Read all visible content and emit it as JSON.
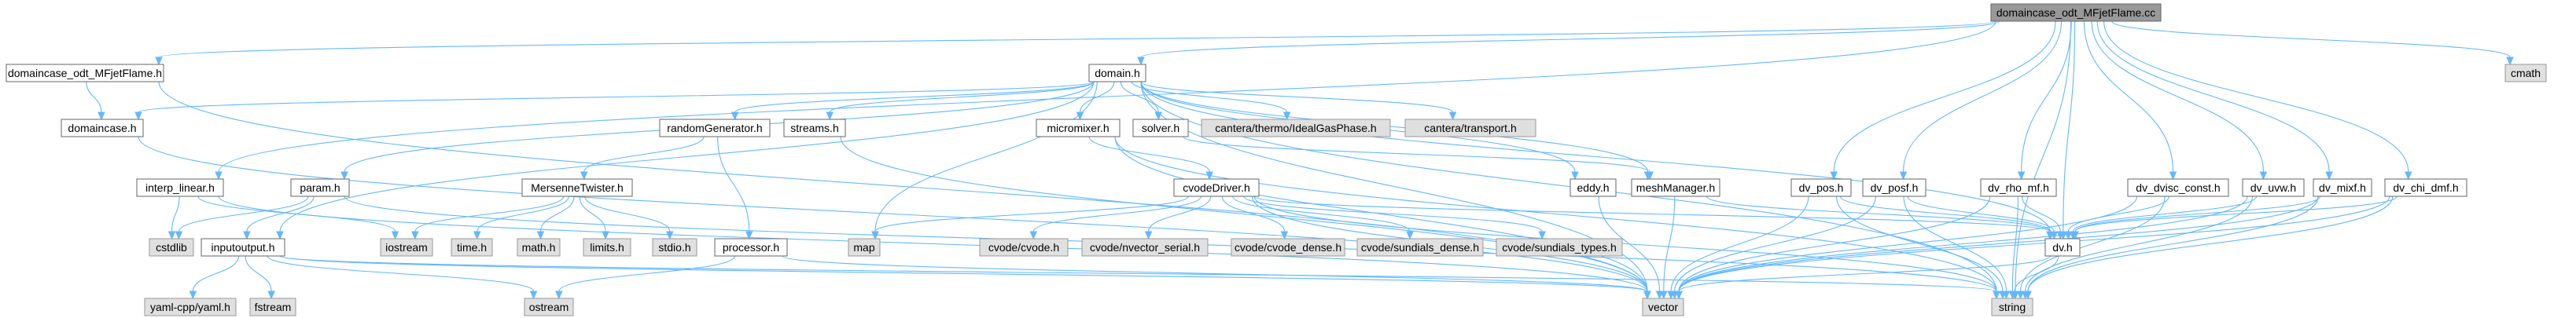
{
  "graph": {
    "colors": {
      "edge": "#63b8ff",
      "node_border": "#666666",
      "root_fill": "#999999",
      "system_fill": "#e0e0e0",
      "user_fill": "#ffffff"
    },
    "nodes": [
      {
        "id": "root",
        "label": "domaincase_odt_MFjetFlame.cc",
        "kind": "root"
      },
      {
        "id": "dom_mf_h",
        "label": "domaincase_odt_MFjetFlame.h",
        "kind": "normal"
      },
      {
        "id": "domain_h",
        "label": "domain.h",
        "kind": "normal"
      },
      {
        "id": "cmath",
        "label": "cmath",
        "kind": "sys"
      },
      {
        "id": "domaincase_h",
        "label": "domaincase.h",
        "kind": "normal"
      },
      {
        "id": "interp_h",
        "label": "interp_linear.h",
        "kind": "normal"
      },
      {
        "id": "param_h",
        "label": "param.h",
        "kind": "normal"
      },
      {
        "id": "randgen_h",
        "label": "randomGenerator.h",
        "kind": "normal"
      },
      {
        "id": "streams_h",
        "label": "streams.h",
        "kind": "normal"
      },
      {
        "id": "micromixer_h",
        "label": "micromixer.h",
        "kind": "normal"
      },
      {
        "id": "solver_h",
        "label": "solver.h",
        "kind": "normal"
      },
      {
        "id": "idealgas",
        "label": "cantera/thermo/IdealGasPhase.h",
        "kind": "sys"
      },
      {
        "id": "transport",
        "label": "cantera/transport.h",
        "kind": "sys"
      },
      {
        "id": "eddy_h",
        "label": "eddy.h",
        "kind": "normal"
      },
      {
        "id": "meshmgr_h",
        "label": "meshManager.h",
        "kind": "normal"
      },
      {
        "id": "dv_pos_h",
        "label": "dv_pos.h",
        "kind": "normal"
      },
      {
        "id": "dv_posf_h",
        "label": "dv_posf.h",
        "kind": "normal"
      },
      {
        "id": "dv_rho_mf_h",
        "label": "dv_rho_mf.h",
        "kind": "normal"
      },
      {
        "id": "dv_dvisc_h",
        "label": "dv_dvisc_const.h",
        "kind": "normal"
      },
      {
        "id": "dv_uvw_h",
        "label": "dv_uvw.h",
        "kind": "normal"
      },
      {
        "id": "dv_mixf_h",
        "label": "dv_mixf.h",
        "kind": "normal"
      },
      {
        "id": "dv_chi_h",
        "label": "dv_chi_dmf.h",
        "kind": "normal"
      },
      {
        "id": "mersenne_h",
        "label": "MersenneTwister.h",
        "kind": "normal"
      },
      {
        "id": "cvodedriver_h",
        "label": "cvodeDriver.h",
        "kind": "normal"
      },
      {
        "id": "cstdlib",
        "label": "cstdlib",
        "kind": "sys"
      },
      {
        "id": "inputoutput_h",
        "label": "inputoutput.h",
        "kind": "normal"
      },
      {
        "id": "iostream",
        "label": "iostream",
        "kind": "sys"
      },
      {
        "id": "time_h",
        "label": "time.h",
        "kind": "sys"
      },
      {
        "id": "math_h",
        "label": "math.h",
        "kind": "sys"
      },
      {
        "id": "limits_h",
        "label": "limits.h",
        "kind": "sys"
      },
      {
        "id": "stdio_h",
        "label": "stdio.h",
        "kind": "sys"
      },
      {
        "id": "processor_h",
        "label": "processor.h",
        "kind": "normal"
      },
      {
        "id": "map",
        "label": "map",
        "kind": "sys"
      },
      {
        "id": "cvode_h",
        "label": "cvode/cvode.h",
        "kind": "sys"
      },
      {
        "id": "nvector_h",
        "label": "cvode/nvector_serial.h",
        "kind": "sys"
      },
      {
        "id": "cvode_dense_h",
        "label": "cvode/cvode_dense.h",
        "kind": "sys"
      },
      {
        "id": "sundials_dense_h",
        "label": "cvode/sundials_dense.h",
        "kind": "sys"
      },
      {
        "id": "sundials_types_h",
        "label": "cvode/sundials_types.h",
        "kind": "sys"
      },
      {
        "id": "dv_h",
        "label": "dv.h",
        "kind": "normal"
      },
      {
        "id": "yaml_h",
        "label": "yaml-cpp/yaml.h",
        "kind": "sys"
      },
      {
        "id": "fstream",
        "label": "fstream",
        "kind": "sys"
      },
      {
        "id": "ostream",
        "label": "ostream",
        "kind": "sys"
      },
      {
        "id": "vector",
        "label": "vector",
        "kind": "sys"
      },
      {
        "id": "string",
        "label": "string",
        "kind": "sys"
      }
    ],
    "edges": [
      [
        "root",
        "dom_mf_h"
      ],
      [
        "root",
        "domain_h"
      ],
      [
        "root",
        "cmath"
      ],
      [
        "root",
        "interp_h"
      ],
      [
        "root",
        "string"
      ],
      [
        "root",
        "dv_pos_h"
      ],
      [
        "root",
        "dv_posf_h"
      ],
      [
        "root",
        "dv_rho_mf_h"
      ],
      [
        "root",
        "dv_dvisc_h"
      ],
      [
        "root",
        "dv_uvw_h"
      ],
      [
        "root",
        "dv_mixf_h"
      ],
      [
        "root",
        "dv_chi_h"
      ],
      [
        "root",
        "dv_h"
      ],
      [
        "dom_mf_h",
        "domaincase_h"
      ],
      [
        "dom_mf_h",
        "vector"
      ],
      [
        "domain_h",
        "domaincase_h"
      ],
      [
        "domain_h",
        "param_h"
      ],
      [
        "domain_h",
        "inputoutput_h"
      ],
      [
        "domain_h",
        "randgen_h"
      ],
      [
        "domain_h",
        "streams_h"
      ],
      [
        "domain_h",
        "micromixer_h"
      ],
      [
        "domain_h",
        "solver_h"
      ],
      [
        "domain_h",
        "idealgas"
      ],
      [
        "domain_h",
        "transport"
      ],
      [
        "domain_h",
        "eddy_h"
      ],
      [
        "domain_h",
        "meshmgr_h"
      ],
      [
        "domain_h",
        "map"
      ],
      [
        "domain_h",
        "dv_h"
      ],
      [
        "domain_h",
        "vector"
      ],
      [
        "domain_h",
        "string"
      ],
      [
        "domaincase_h",
        "vector"
      ],
      [
        "interp_h",
        "cstdlib"
      ],
      [
        "interp_h",
        "vector"
      ],
      [
        "interp_h",
        "iostream"
      ],
      [
        "param_h",
        "cstdlib"
      ],
      [
        "param_h",
        "inputoutput_h"
      ],
      [
        "param_h",
        "string"
      ],
      [
        "inputoutput_h",
        "yaml_h"
      ],
      [
        "inputoutput_h",
        "fstream"
      ],
      [
        "inputoutput_h",
        "ostream"
      ],
      [
        "inputoutput_h",
        "vector"
      ],
      [
        "inputoutput_h",
        "string"
      ],
      [
        "randgen_h",
        "mersenne_h"
      ],
      [
        "randgen_h",
        "processor_h"
      ],
      [
        "mersenne_h",
        "iostream"
      ],
      [
        "mersenne_h",
        "time_h"
      ],
      [
        "mersenne_h",
        "math_h"
      ],
      [
        "mersenne_h",
        "limits_h"
      ],
      [
        "mersenne_h",
        "stdio_h"
      ],
      [
        "processor_h",
        "ostream"
      ],
      [
        "processor_h",
        "vector"
      ],
      [
        "streams_h",
        "vector"
      ],
      [
        "micromixer_h",
        "cvodedriver_h"
      ],
      [
        "micromixer_h",
        "vector"
      ],
      [
        "micromixer_h",
        "string"
      ],
      [
        "solver_h",
        "meshmgr_h"
      ],
      [
        "eddy_h",
        "vector"
      ],
      [
        "meshmgr_h",
        "vector"
      ],
      [
        "meshmgr_h",
        "dv_h"
      ],
      [
        "cvodedriver_h",
        "cvode_h"
      ],
      [
        "cvodedriver_h",
        "nvector_h"
      ],
      [
        "cvodedriver_h",
        "cvode_dense_h"
      ],
      [
        "cvodedriver_h",
        "sundials_dense_h"
      ],
      [
        "cvodedriver_h",
        "sundials_types_h"
      ],
      [
        "cvodedriver_h",
        "map"
      ],
      [
        "cvodedriver_h",
        "dv_h"
      ],
      [
        "cvodedriver_h",
        "vector"
      ],
      [
        "cvodedriver_h",
        "string"
      ],
      [
        "dv_pos_h",
        "dv_h"
      ],
      [
        "dv_pos_h",
        "vector"
      ],
      [
        "dv_pos_h",
        "string"
      ],
      [
        "dv_posf_h",
        "dv_h"
      ],
      [
        "dv_posf_h",
        "vector"
      ],
      [
        "dv_posf_h",
        "string"
      ],
      [
        "dv_rho_mf_h",
        "dv_h"
      ],
      [
        "dv_rho_mf_h",
        "vector"
      ],
      [
        "dv_rho_mf_h",
        "string"
      ],
      [
        "dv_dvisc_h",
        "dv_h"
      ],
      [
        "dv_dvisc_h",
        "vector"
      ],
      [
        "dv_dvisc_h",
        "string"
      ],
      [
        "dv_uvw_h",
        "dv_h"
      ],
      [
        "dv_uvw_h",
        "vector"
      ],
      [
        "dv_uvw_h",
        "string"
      ],
      [
        "dv_mixf_h",
        "dv_h"
      ],
      [
        "dv_mixf_h",
        "vector"
      ],
      [
        "dv_mixf_h",
        "string"
      ],
      [
        "dv_chi_h",
        "dv_h"
      ],
      [
        "dv_chi_h",
        "vector"
      ],
      [
        "dv_chi_h",
        "string"
      ],
      [
        "dv_h",
        "vector"
      ],
      [
        "dv_h",
        "string"
      ]
    ]
  }
}
